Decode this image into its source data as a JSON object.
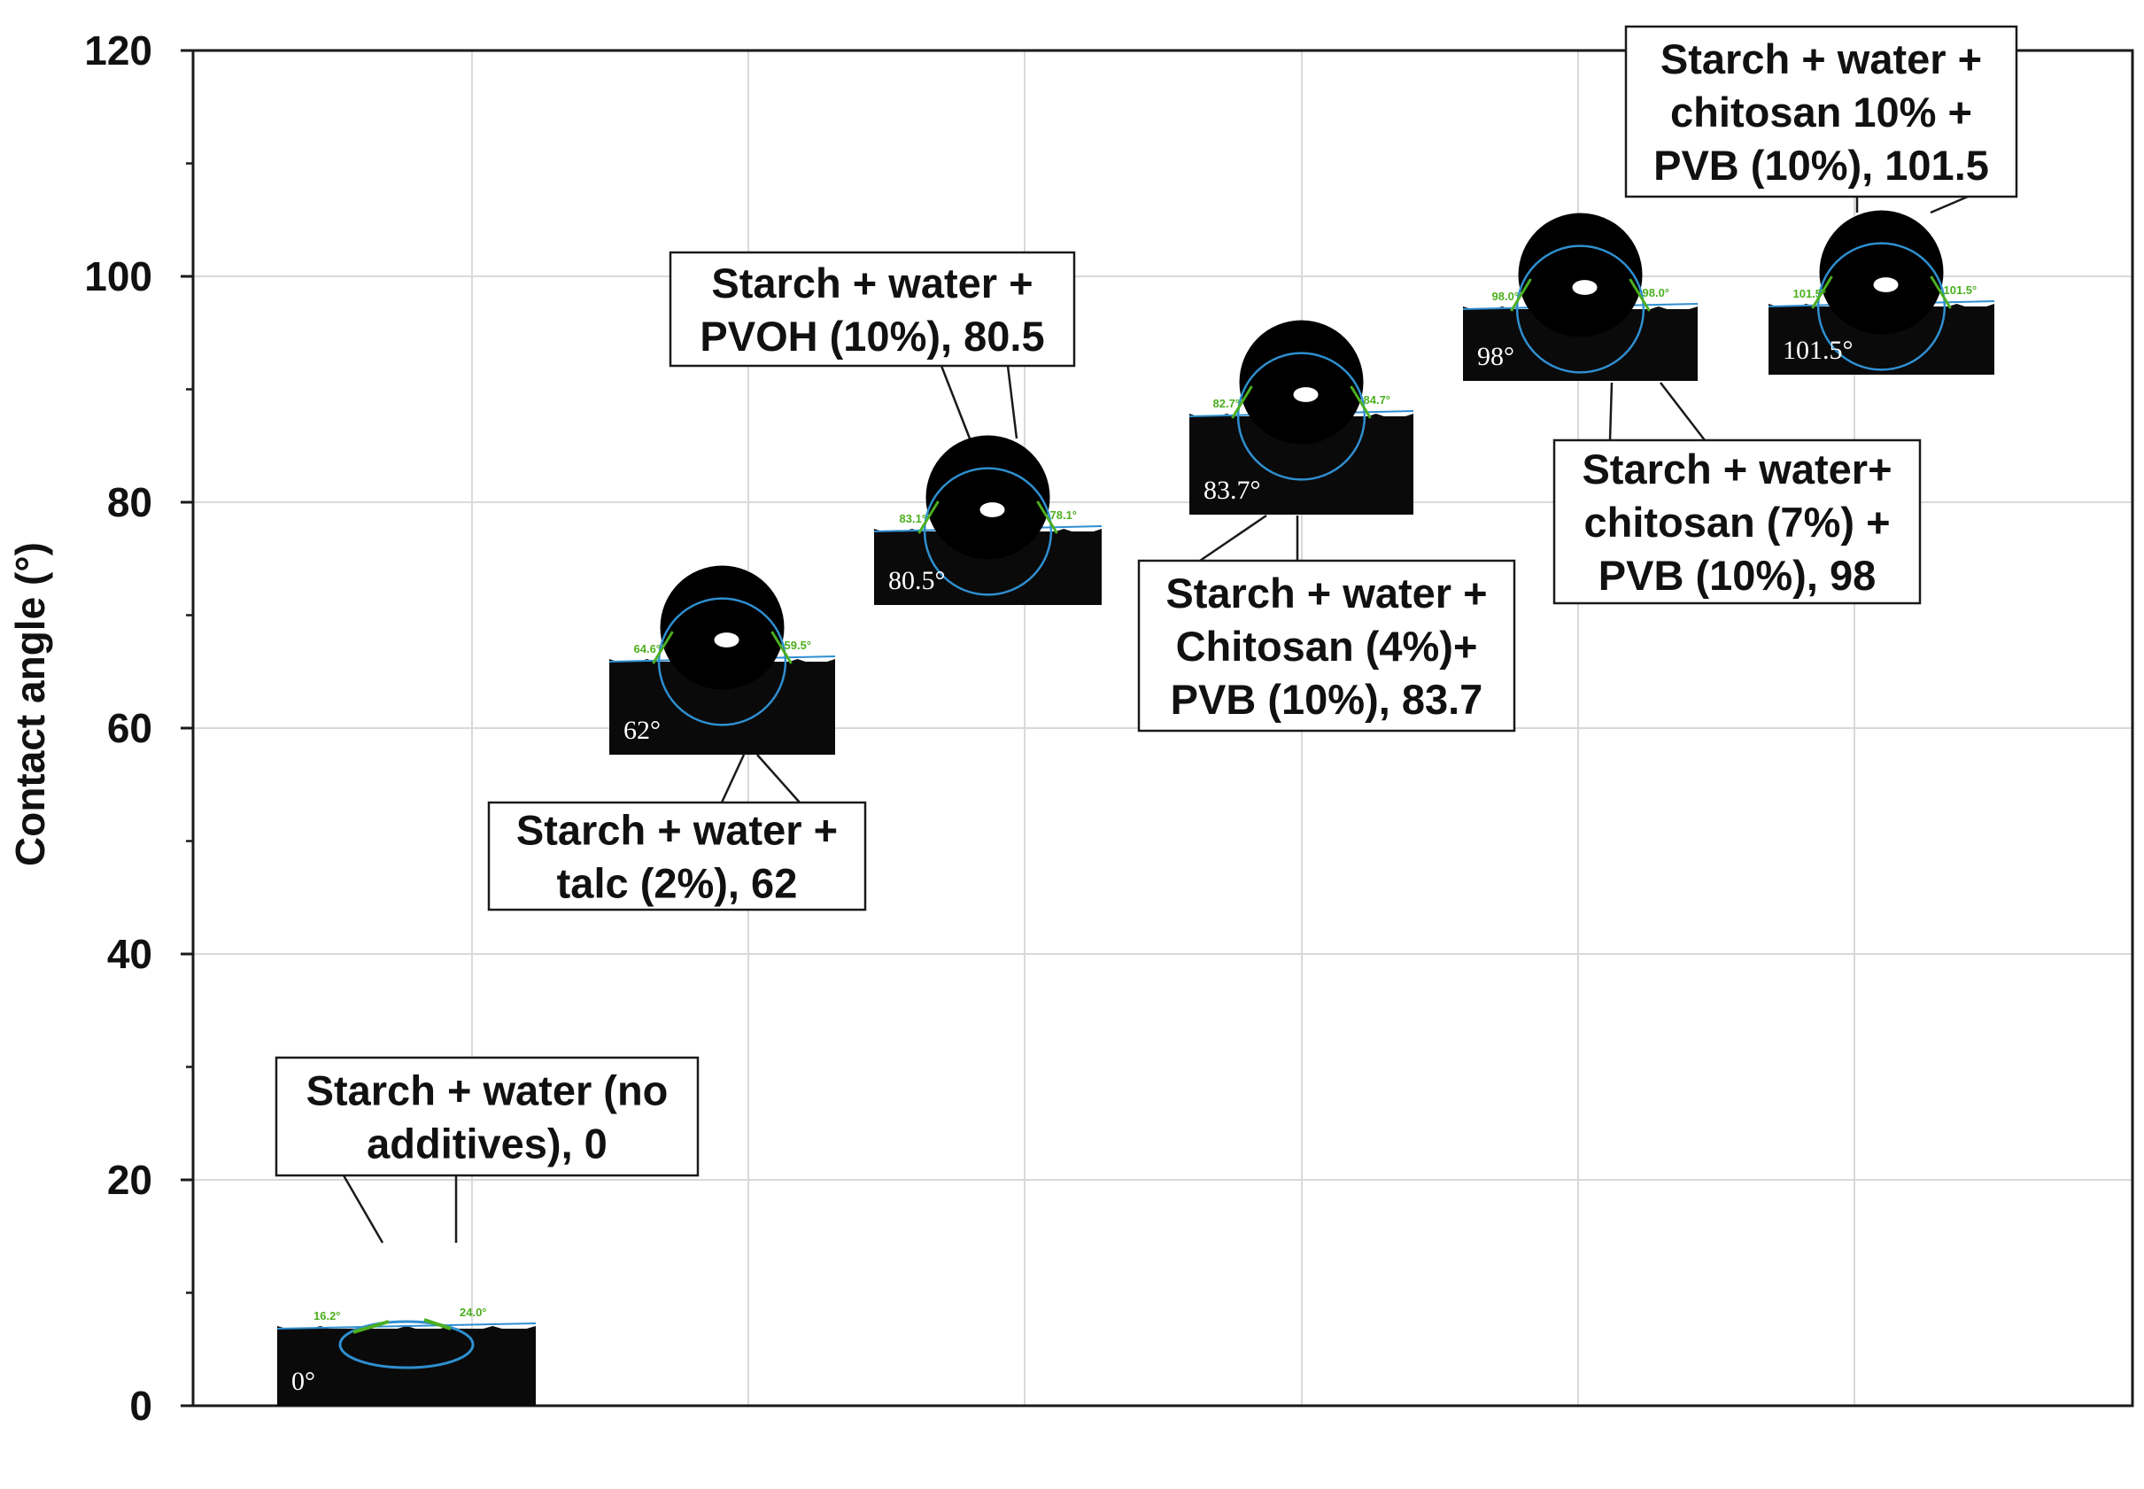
{
  "chart_data": {
    "type": "scatter",
    "title": "",
    "xlabel": "",
    "ylabel": "Contact angle (°)",
    "ylim": [
      0,
      120
    ],
    "yticks": [
      0,
      20,
      40,
      60,
      80,
      100,
      120
    ],
    "grid": true,
    "points": [
      {
        "x": 1,
        "y": 0,
        "label_lines": [
          "Starch + water (no",
          "additives), 0"
        ],
        "inset_label": "0°",
        "inset_left_angle": "16.2°",
        "inset_right_angle": "24.0°"
      },
      {
        "x": 2,
        "y": 62,
        "label_lines": [
          "Starch + water +",
          "talc (2%), 62"
        ],
        "inset_label": "62°",
        "inset_left_angle": "64.6°",
        "inset_right_angle": "59.5°"
      },
      {
        "x": 3,
        "y": 80.5,
        "label_lines": [
          "Starch + water +",
          "PVOH (10%), 80.5"
        ],
        "inset_label": "80.5°",
        "inset_left_angle": "83.1°",
        "inset_right_angle": "78.1°"
      },
      {
        "x": 4,
        "y": 83.7,
        "label_lines": [
          "Starch + water +",
          "Chitosan (4%)+",
          "PVB (10%), 83.7"
        ],
        "inset_label": "83.7°",
        "inset_left_angle": "82.7°",
        "inset_right_angle": "84.7°"
      },
      {
        "x": 5,
        "y": 98,
        "label_lines": [
          "Starch + water+",
          "chitosan (7%) +",
          "PVB (10%), 98"
        ],
        "inset_label": "98°",
        "inset_left_angle": "98.0°",
        "inset_right_angle": "98.0°"
      },
      {
        "x": 6,
        "y": 101.5,
        "label_lines": [
          "Starch + water +",
          "chitosan 10% +",
          "PVB (10%), 101.5"
        ],
        "inset_label": "101.5°",
        "inset_left_angle": "101.5°",
        "inset_right_angle": "101.5°"
      }
    ]
  },
  "colors": {
    "axis": "#1a1a1a",
    "grid": "#d9d9d9",
    "droplet_outline": "#2f8fd0",
    "angle_marker": "#4caf1f",
    "inset_background": "#0a0a0a"
  }
}
